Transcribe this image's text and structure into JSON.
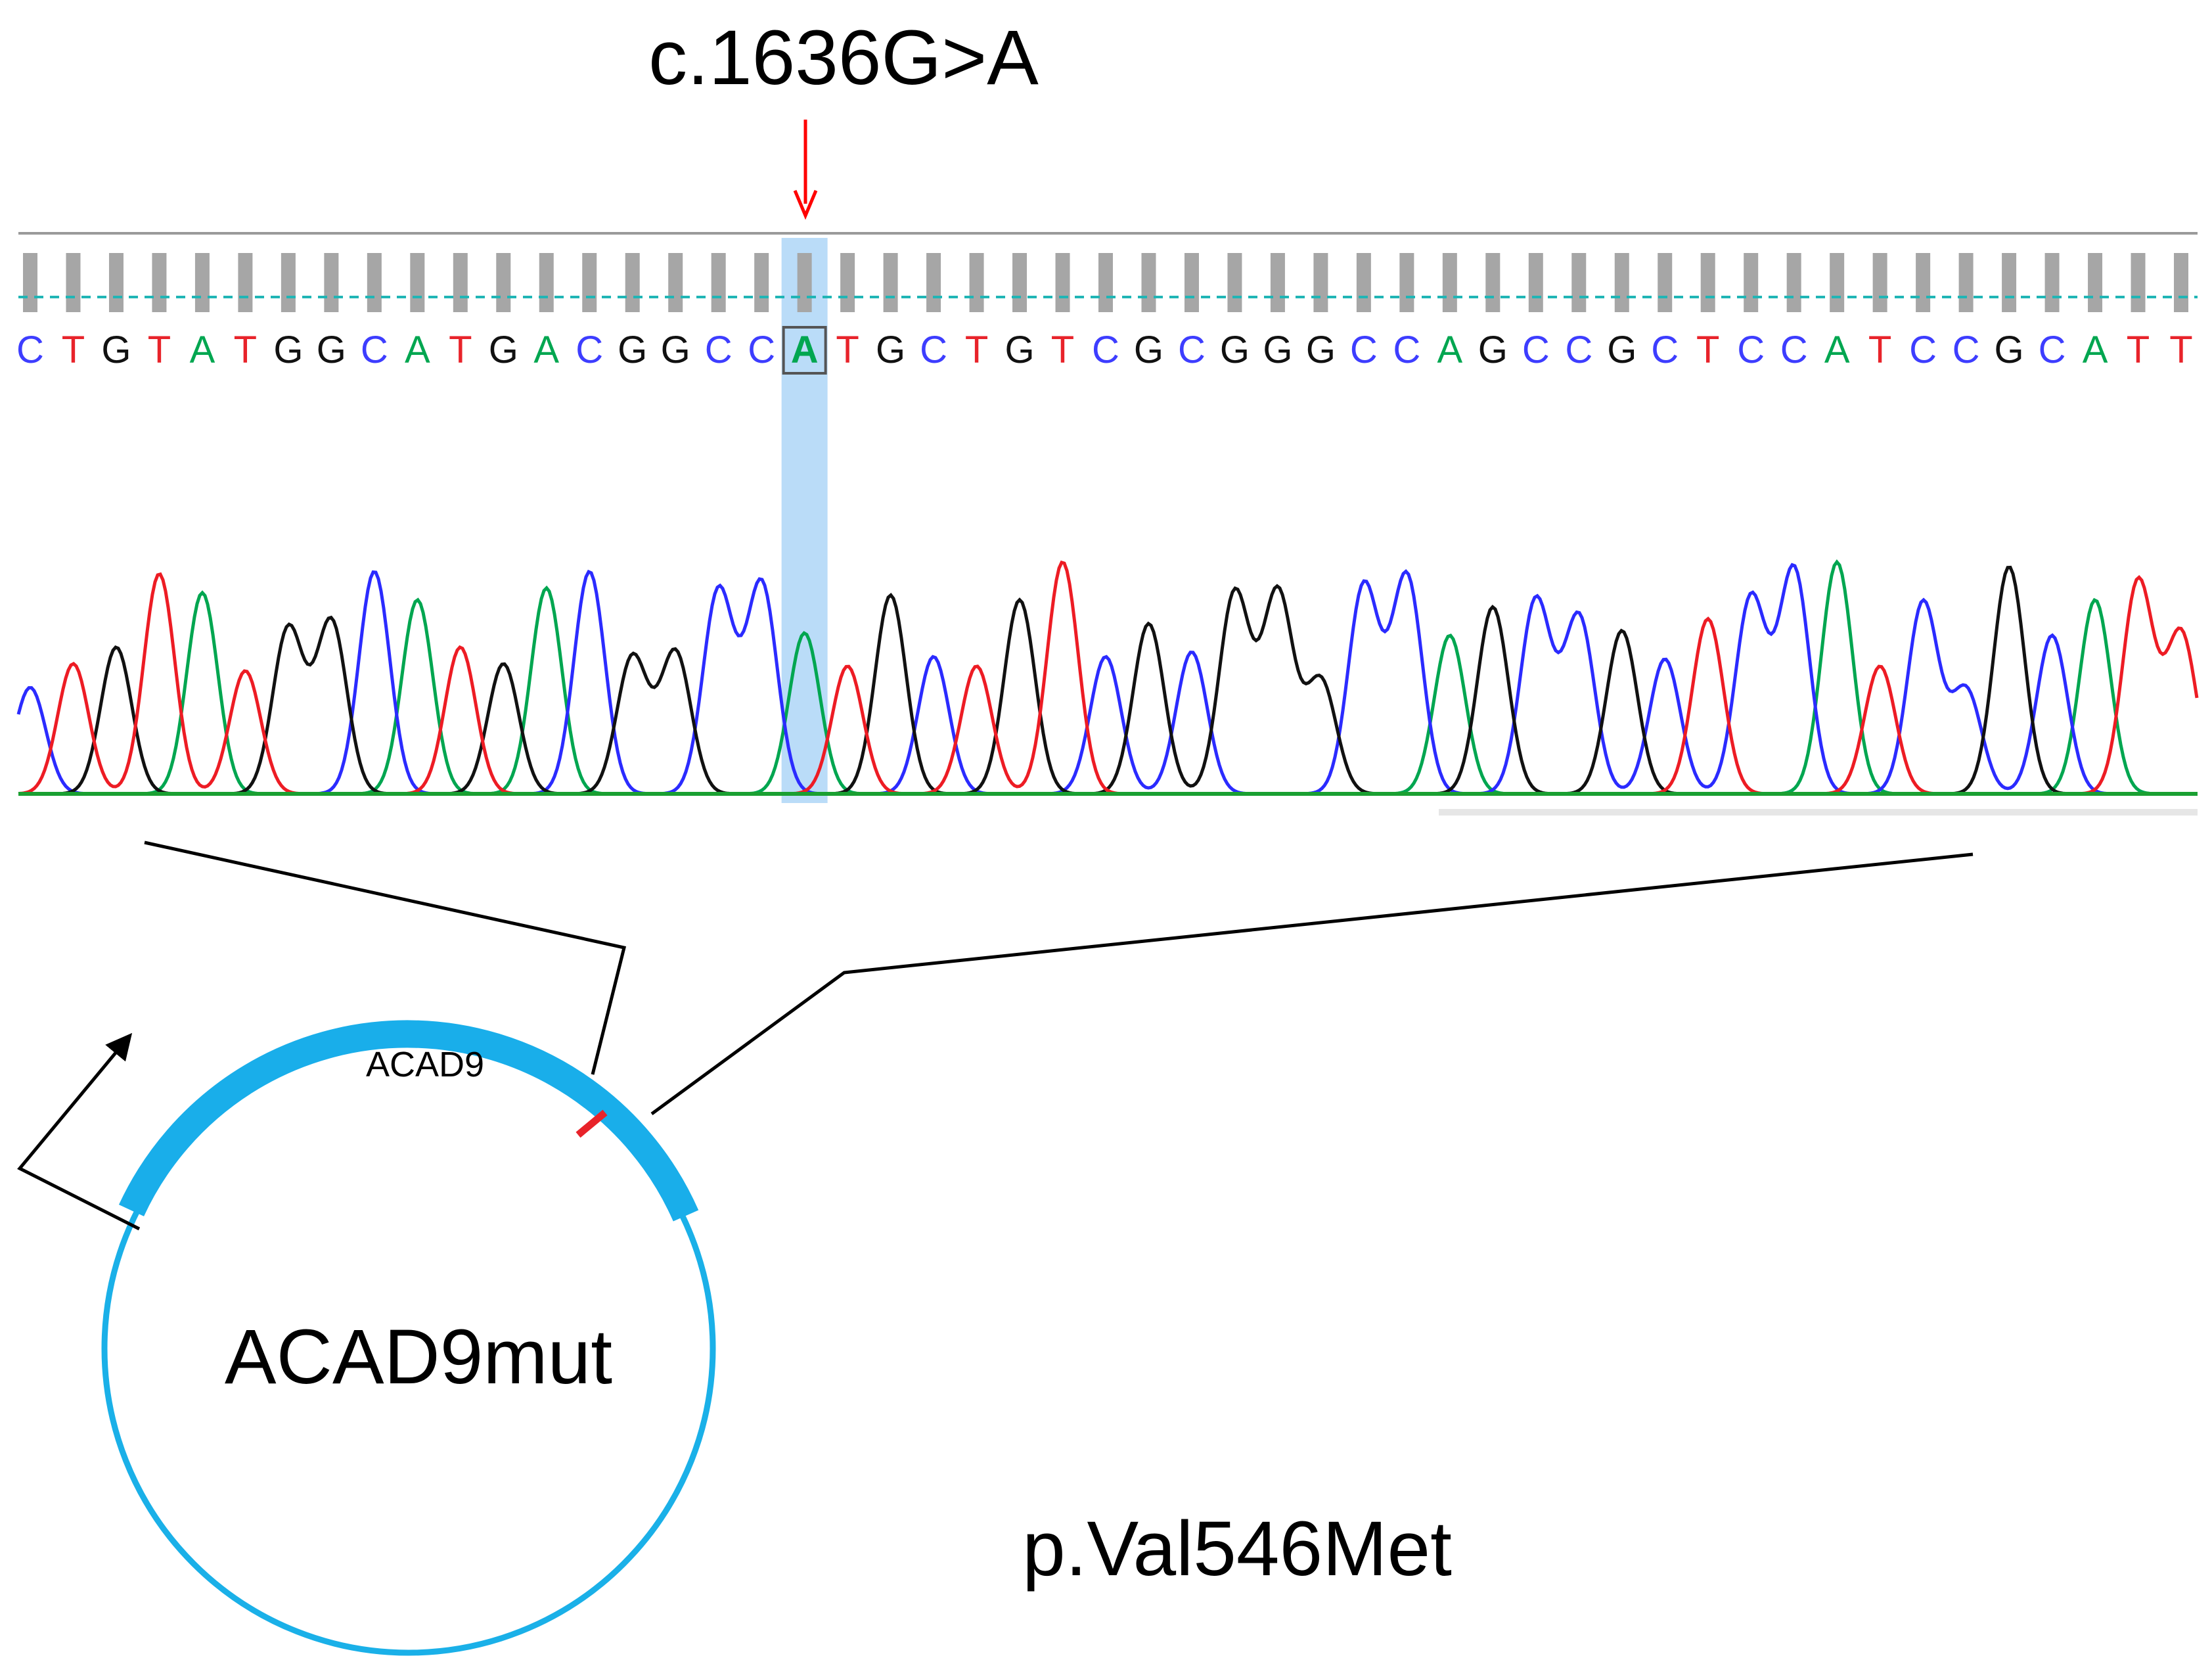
{
  "mutation_label": "c.1636G>A",
  "protein_label": "p.Val546Met",
  "plasmid": {
    "name": "ACAD9mut",
    "gene_label": "ACAD9"
  },
  "colors": {
    "A": "#00a650",
    "C": "#3d3dff",
    "G": "#111111",
    "T": "#e8232a",
    "trace_A": "#00a650",
    "trace_C": "#2b2bff",
    "trace_G": "#111111",
    "trace_T": "#ed1c24",
    "highlight": "#aed6f7",
    "arrow": "#ff0000",
    "plasmid_ring": "#1ab0e8",
    "gene_band": "#19aeea",
    "mutation_mark": "#e8232a",
    "quality_bar": "#a6a6a6",
    "baseline": "#1aa032",
    "dashed_line": "#20b5b5"
  },
  "sequence": {
    "bases": [
      "C",
      "T",
      "G",
      "T",
      "A",
      "T",
      "G",
      "G",
      "C",
      "A",
      "T",
      "G",
      "A",
      "C",
      "G",
      "G",
      "C",
      "C",
      "A",
      "T",
      "G",
      "C",
      "T",
      "G",
      "T",
      "C",
      "G",
      "C",
      "G",
      "G",
      "G",
      "C",
      "C",
      "A",
      "G",
      "C",
      "C",
      "G",
      "C",
      "T",
      "C",
      "C",
      "A",
      "T",
      "C",
      "C",
      "G",
      "C",
      "A",
      "T",
      "T"
    ],
    "highlight_index": 18
  },
  "chromatogram": {
    "peak_heights": [
      0.45,
      0.55,
      0.62,
      0.93,
      0.85,
      0.52,
      0.7,
      0.73,
      0.94,
      0.82,
      0.62,
      0.55,
      0.87,
      0.94,
      0.58,
      0.6,
      0.86,
      0.89,
      0.68,
      0.54,
      0.84,
      0.58,
      0.54,
      0.82,
      0.98,
      0.58,
      0.72,
      0.6,
      0.85,
      0.85,
      0.48,
      0.88,
      0.92,
      0.67,
      0.79,
      0.82,
      0.75,
      0.69,
      0.57,
      0.74,
      0.83,
      0.95,
      0.98,
      0.54,
      0.81,
      0.44,
      0.96,
      0.67,
      0.82,
      0.9,
      0.68
    ]
  }
}
